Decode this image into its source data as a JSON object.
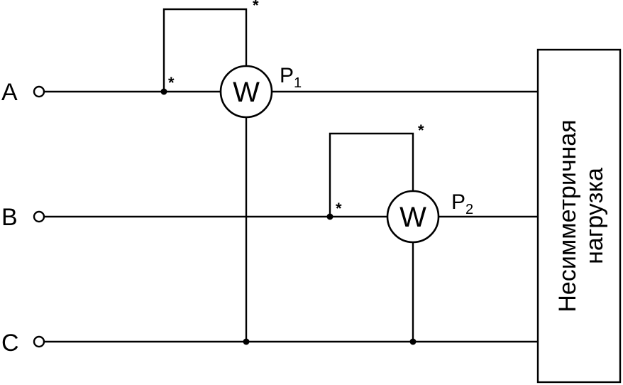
{
  "phases": {
    "a": "A",
    "b": "B",
    "c": "C"
  },
  "meter_p1": {
    "symbol": "W",
    "name": "P",
    "subscript": "1"
  },
  "meter_p2": {
    "symbol": "W",
    "name": "P",
    "subscript": "2"
  },
  "polarity_mark": "*",
  "load": {
    "line1": "Несимметричная",
    "line2": "нагрузка"
  },
  "colors": {
    "line": "#000000",
    "background": "#ffffff"
  }
}
